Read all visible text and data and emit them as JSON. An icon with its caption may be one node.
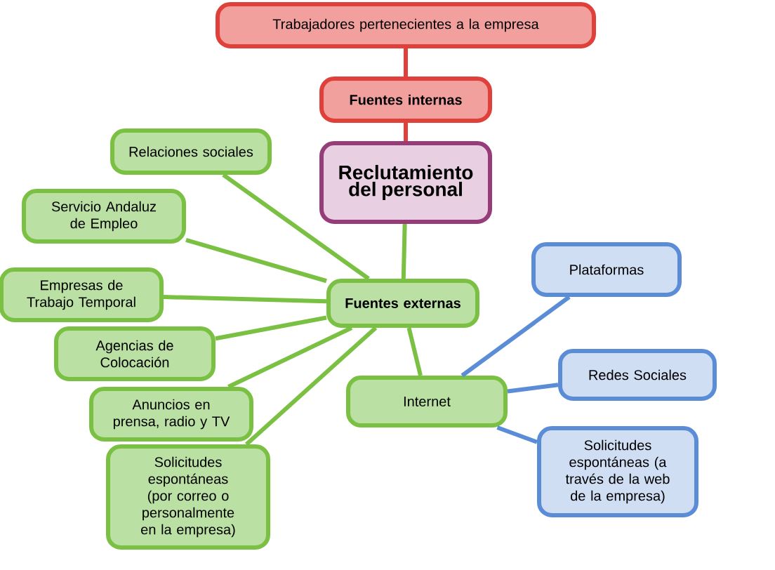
{
  "diagram": {
    "nodes": [
      {
        "text": [
          "Trabajadores pertenecientes a la empresa"
        ]
      },
      {
        "text": [
          "Fuentes internas"
        ]
      },
      {
        "text": [
          "Reclutamiento del personal"
        ]
      },
      {
        "text": [
          "Relaciones sociales"
        ]
      },
      {
        "text": [
          "Servicio Andaluz de Empleo"
        ]
      },
      {
        "text": [
          "Empresas de Trabajo Temporal"
        ]
      },
      {
        "text": [
          "Agencias de Colocación"
        ]
      },
      {
        "text": [
          "Fuentes externas"
        ]
      },
      {
        "text": [
          "Anuncios en prensa, radio y TV"
        ]
      },
      {
        "text": [
          "Internet"
        ]
      },
      {
        "text": [
          "Plataformas"
        ]
      },
      {
        "text": [
          "Redes Sociales"
        ]
      },
      {
        "text": [
          "Solicitudes espontáneas (a través de la web de la empresa)"
        ]
      },
      {
        "text": [
          "Solicitudes espontáneas (por correo o personalmente en la empresa)"
        ]
      }
    ],
    "edges": [
      {
        "from": 0,
        "to": 1,
        "arrow": "none",
        "color": "#e0403a"
      },
      {
        "from": 1,
        "to": 2,
        "arrow": "none",
        "color": "#e0403a"
      },
      {
        "from": 2,
        "to": 7,
        "arrow": "none"
      },
      {
        "from": 7,
        "to": 3,
        "arrow": "none"
      },
      {
        "from": 7,
        "to": 4,
        "arrow": "none"
      },
      {
        "from": 7,
        "to": 5,
        "arrow": "none"
      },
      {
        "from": 7,
        "to": 6,
        "arrow": "none"
      },
      {
        "from": 7,
        "to": 8,
        "arrow": "none"
      },
      {
        "from": 7,
        "to": 13,
        "arrow": "none"
      },
      {
        "from": 7,
        "to": 9,
        "arrow": "none"
      },
      {
        "from": 9,
        "to": 10,
        "arrow": "none",
        "color": "#5b8dd6"
      },
      {
        "from": 9,
        "to": 11,
        "arrow": "none",
        "color": "#5b8dd6"
      },
      {
        "from": 9,
        "to": 12,
        "arrow": "none",
        "color": "#5b8dd6"
      }
    ]
  }
}
